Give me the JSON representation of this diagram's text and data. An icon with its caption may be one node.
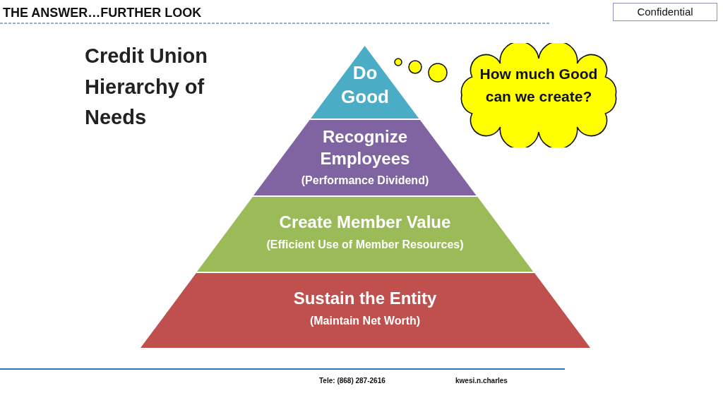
{
  "diagram": {
    "title": "THE ANSWER…FURTHER LOOK",
    "nodes": [
      {
        "text": [
          "Do Good"
        ]
      },
      {
        "text": [
          "Recognize Employees",
          "(Performance Dividend)"
        ]
      },
      {
        "text": [
          "Create Member Value",
          "(Efficient Use of Member Resources)"
        ]
      },
      {
        "text": [
          "Sustain the Entity",
          "(Maintain Net Worth)"
        ]
      },
      {
        "text": [
          "How much Good can we create?"
        ]
      }
    ],
    "edges": [],
    "labels": [
      "Confidential",
      "Credit Union Hierarchy of Needs",
      "Tele: (868) 287-2616",
      "kwesi.n.charles"
    ]
  }
}
